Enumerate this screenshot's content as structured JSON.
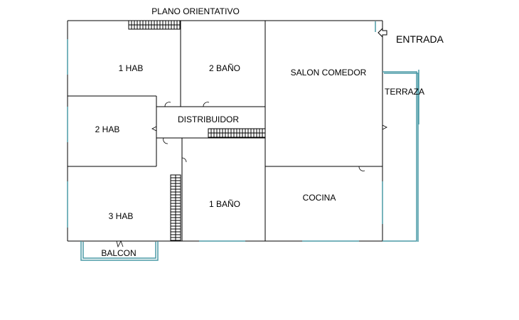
{
  "plan": {
    "title": "PLANO ORIENTATIVO",
    "entrance_label": "ENTRADA",
    "colors": {
      "walls": "#000000",
      "windows": "#4a9aa6",
      "background": "#ffffff"
    },
    "rooms": {
      "hab1": "1 HAB",
      "bano2": "2 BAÑO",
      "salon": "SALON COMEDOR",
      "terraza": "TERRAZA",
      "hab2": "2 HAB",
      "distribuidor": "DISTRIBUIDOR",
      "hab3": "3 HAB",
      "bano1": "1 BAÑO",
      "cocina": "COCINA",
      "balcon": "BALCON"
    },
    "icons": {
      "entrance": "arrow-left-icon"
    }
  }
}
